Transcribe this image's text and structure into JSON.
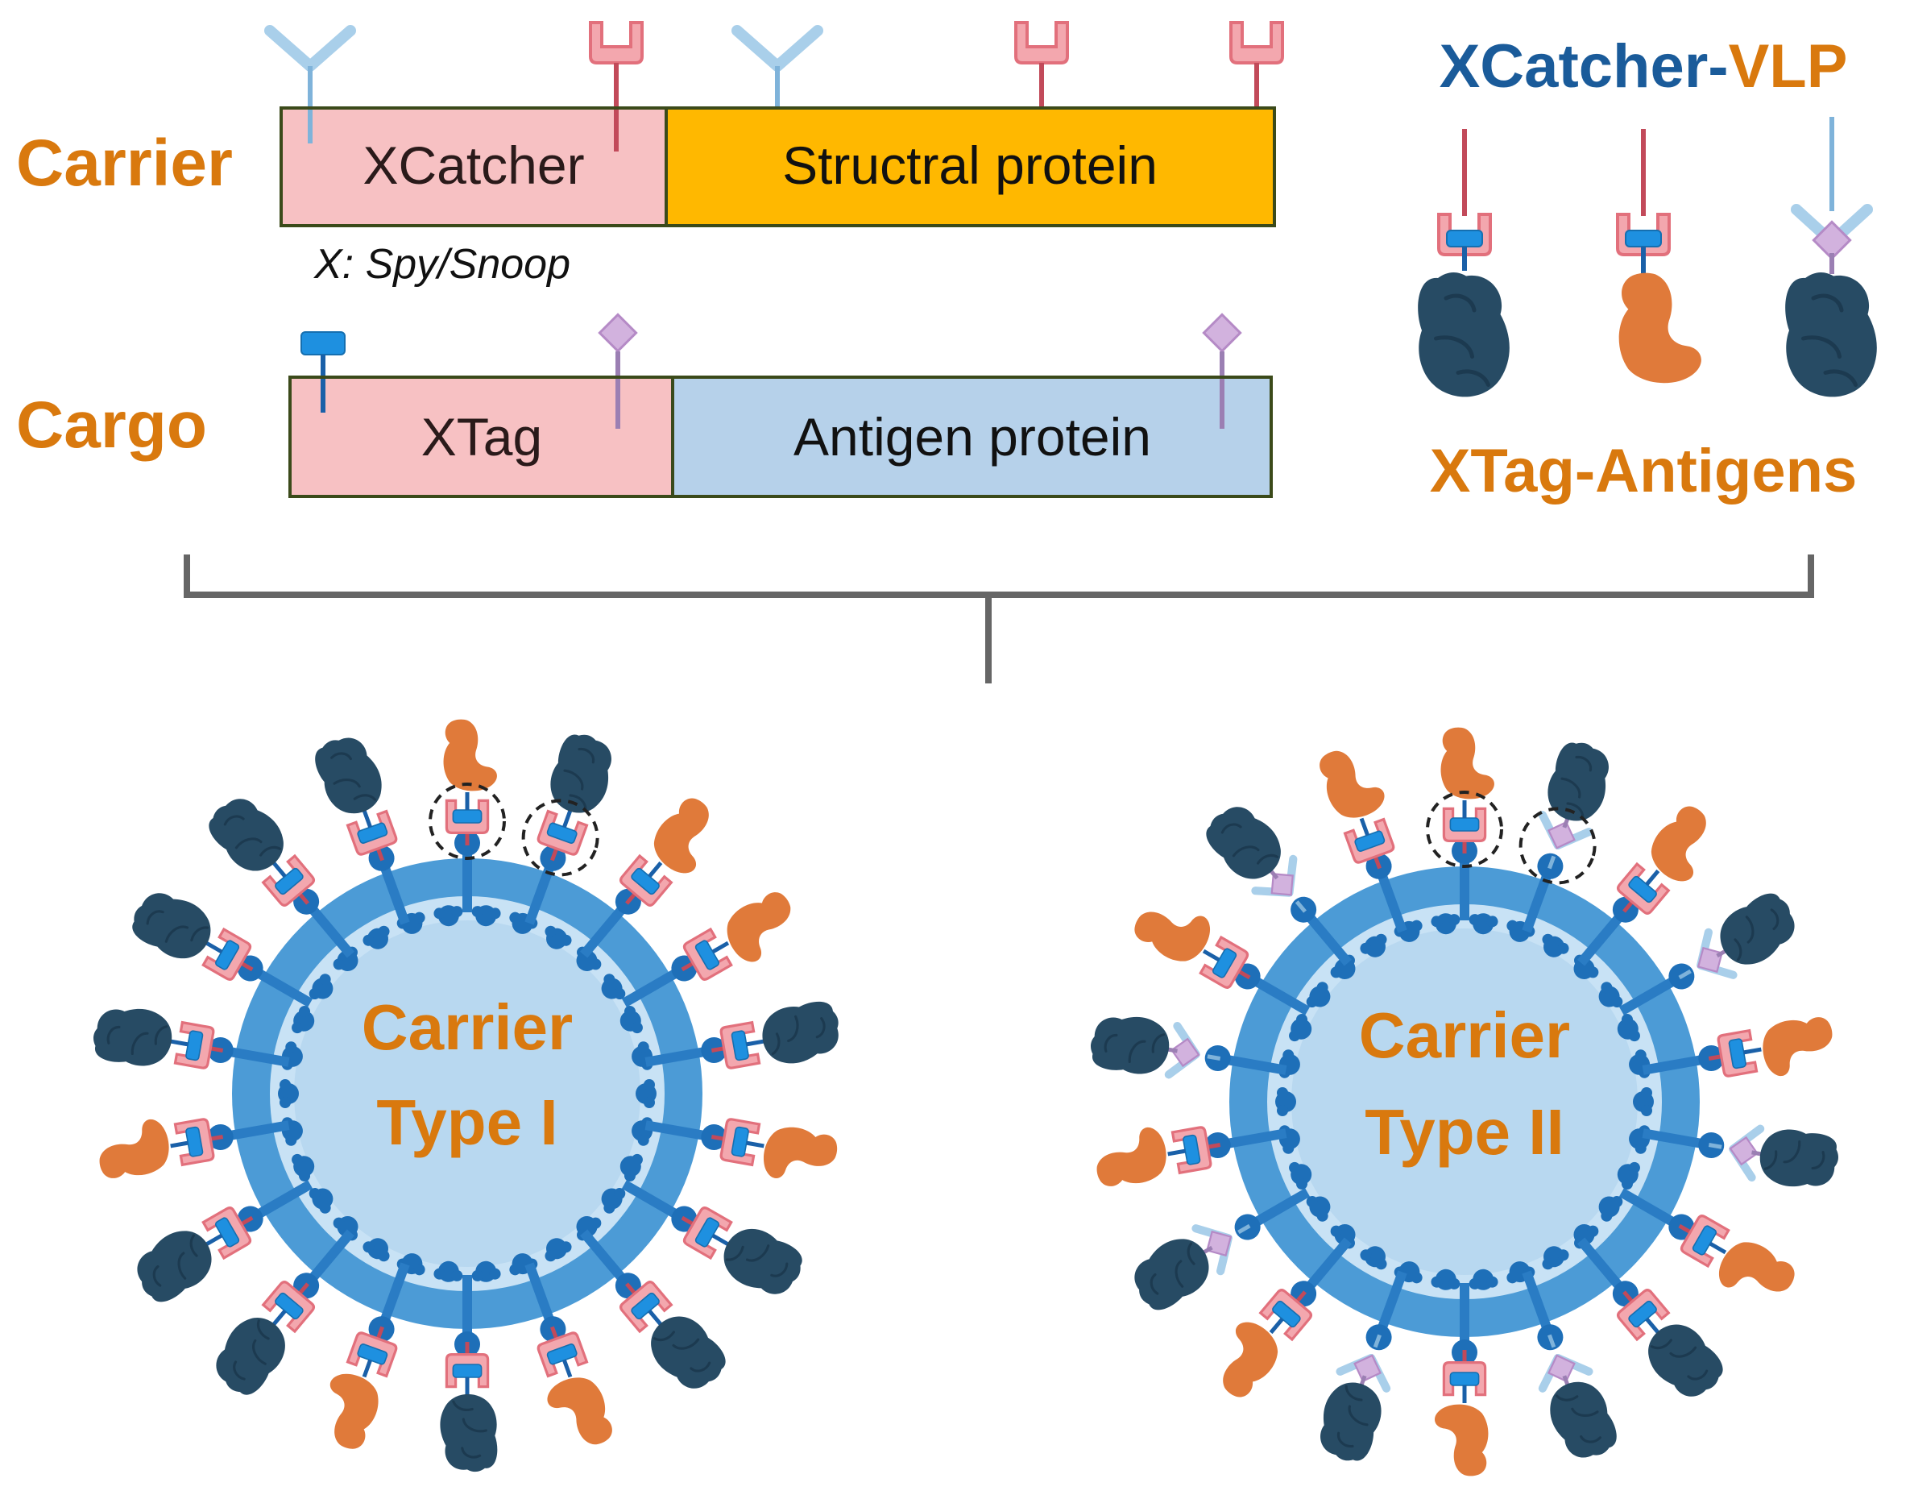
{
  "labels": {
    "carrier": "Carrier",
    "cargo": "Cargo",
    "xcatcher_segment": "XCatcher",
    "structural_segment": "Structral protein",
    "x_note": "X: Spy/Snoop",
    "xtag_segment": "XTag",
    "antigen_segment": "Antigen protein",
    "title_part1": "XCatcher-",
    "title_part2": "VLP",
    "xtag_antigens": "XTag-Antigens",
    "type1_line1": "Carrier",
    "type1_line2": "Type I",
    "type2_line1": "Carrier",
    "type2_line2": "Type II"
  },
  "colors": {
    "orange_text": "#D9790E",
    "navy_text": "#1A5B9A",
    "xcatcher_fill": "#F7C1C3",
    "structural_fill": "#FFB800",
    "antigen_fill": "#B6D1EA",
    "bar_border": "#3B4A1A",
    "spy_red": "#E2707C",
    "spy_blue": "#1E90E0",
    "snoop_light": "#A9CFEA",
    "snoop_purple": "#C9A5D6",
    "vlp_light": "#C8E2F5",
    "vlp_ring": "#4C9BD6",
    "vlp_dark": "#1E6FB8",
    "antigen_dark": "#274B64",
    "antigen_orange": "#E07A3A",
    "bracket": "#666666"
  }
}
